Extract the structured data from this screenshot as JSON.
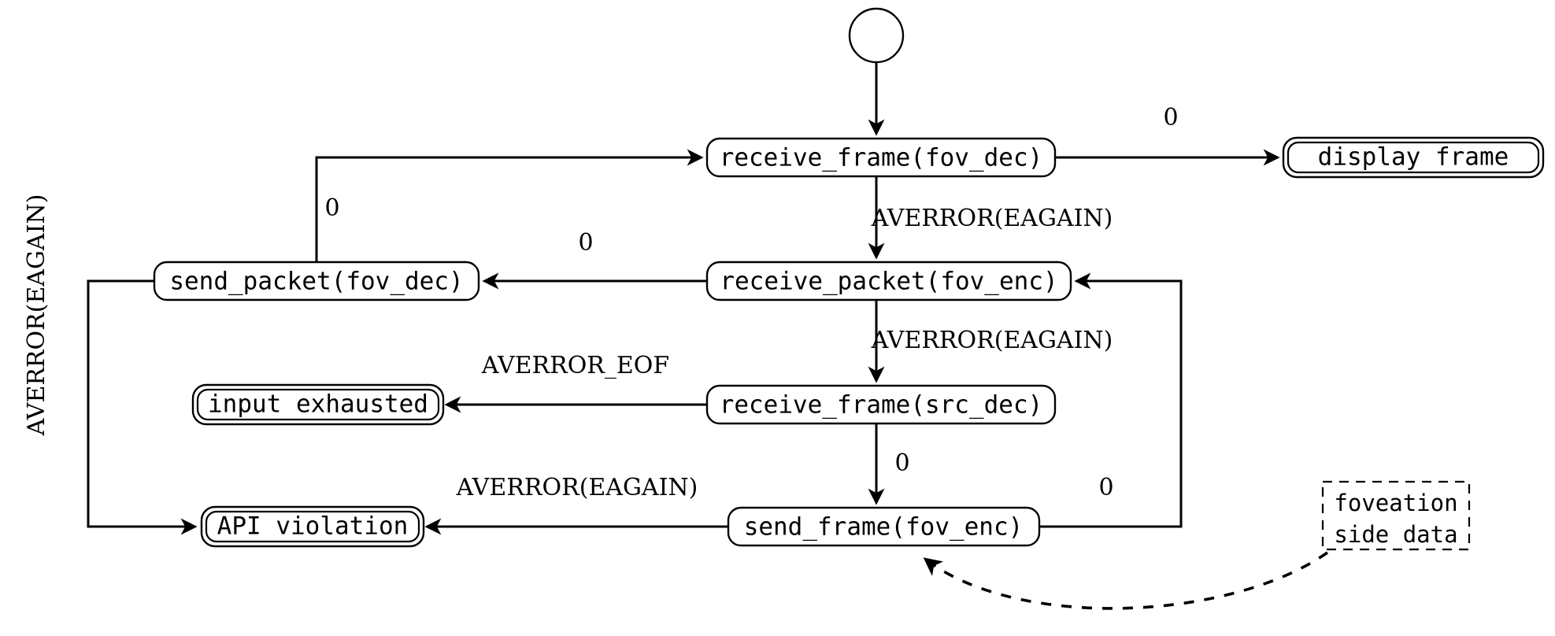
{
  "diagram": {
    "title": "FFmpeg foveated encoding/decoding state machine",
    "background_color": "#ffffff",
    "line_color": "#000000",
    "nodes": {
      "start": {
        "name": "start",
        "label": "",
        "shape": "circle"
      },
      "receive_frame_fov_dec": {
        "label": "receive_frame(fov_dec)",
        "shape": "rounded-rect"
      },
      "display_frame": {
        "label": "display frame",
        "shape": "double-rounded-rect"
      },
      "send_packet_fov_dec": {
        "label": "send_packet(fov_dec)",
        "shape": "rounded-rect"
      },
      "receive_packet_fov_enc": {
        "label": "receive_packet(fov_enc)",
        "shape": "rounded-rect"
      },
      "input_exhausted": {
        "label": "input exhausted",
        "shape": "double-rounded-rect"
      },
      "receive_frame_src_dec": {
        "label": "receive_frame(src_dec)",
        "shape": "rounded-rect"
      },
      "api_violation": {
        "label": "API violation",
        "shape": "double-rounded-rect"
      },
      "send_frame_fov_enc": {
        "label": "send_frame(fov_enc)",
        "shape": "rounded-rect"
      },
      "foveation_side_data_line1": {
        "label": "foveation",
        "shape": "dashed-rect"
      },
      "foveation_side_data_line2": {
        "label": "side data",
        "shape": "dashed-rect"
      }
    },
    "edge_labels": {
      "display_frame_ret": "0",
      "fov_dec_eagain": "AVERROR(EAGAIN)",
      "send_packet_ret": "0",
      "receive_packet_ret": "0",
      "packet_eagain": "AVERROR(EAGAIN)",
      "src_dec_eof": "AVERROR_EOF",
      "src_dec_ret": "0",
      "send_frame_eagain": "AVERROR(EAGAIN)",
      "send_frame_ret": "0",
      "send_packet_eagain": "AVERROR(EAGAIN)"
    }
  }
}
